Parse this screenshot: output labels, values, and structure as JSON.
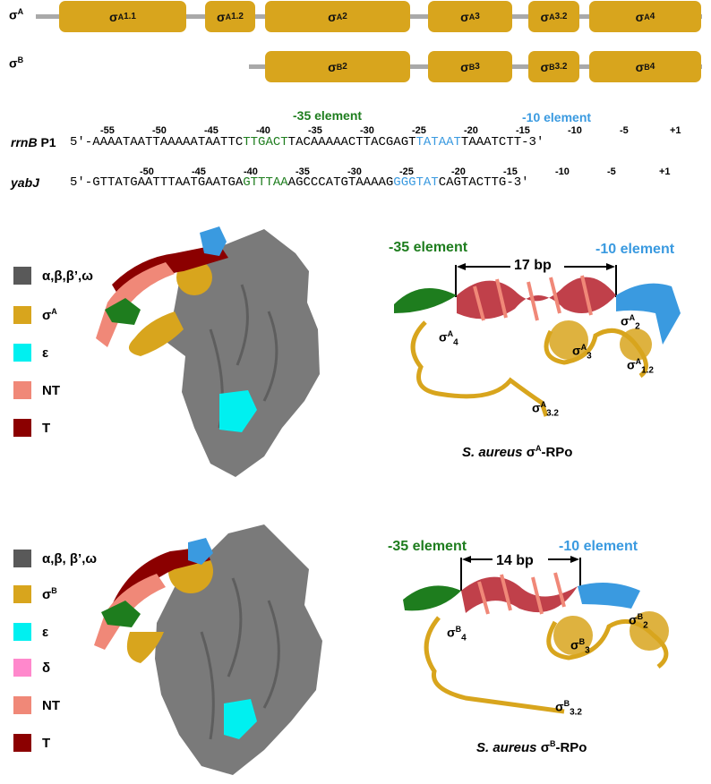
{
  "domains": {
    "sigmaA": {
      "row_label": "σA",
      "items": [
        "σA1.1",
        "σA1.2",
        "σA2",
        "σA3",
        "σA3.2",
        "σA4"
      ]
    },
    "sigmaB": {
      "row_label": "σB",
      "items": [
        "σB2",
        "σB3",
        "σB3.2",
        "σB4"
      ]
    }
  },
  "seq": {
    "element35": "-35 element",
    "element10": "-10 element",
    "rrnB": {
      "name": "rrnB",
      "suffix": "P1",
      "prime5": "5′-",
      "pre": "AAAATAATTAAAAATAATTC",
      "box35": "TTGACT",
      "mid": "TACAAAAACTTACGAGT",
      "box10": "TATAAT",
      "post": "TAAATCTT",
      "prime3": "-3′",
      "ticks": [
        "-55",
        "-50",
        "-45",
        "-40",
        "-35",
        "-30",
        "-25",
        "-20",
        "-15",
        "-10",
        "-5",
        "+1"
      ]
    },
    "yabJ": {
      "name": "yabJ",
      "prime5": "5′-",
      "pre": "GTTATGAATTTAATGAATGA",
      "box35": "GTTTAA",
      "mid": "AGCCCATGTAAAAG",
      "box10": "GGGTAT",
      "post": "CAGTACTTG",
      "prime3": "-3′",
      "ticks": [
        "-50",
        "-45",
        "-40",
        "-35",
        "-30",
        "-25",
        "-20",
        "-15",
        "-10",
        "-5",
        "+1"
      ]
    }
  },
  "legendA": [
    {
      "label": "α,β,β’,ω",
      "color": "#595959"
    },
    {
      "label": "σA",
      "color": "#d8a51d"
    },
    {
      "label": "ε",
      "color": "#00f0f0"
    },
    {
      "label": "NT",
      "color": "#f08878"
    },
    {
      "label": "T",
      "color": "#8b0000"
    }
  ],
  "legendB": [
    {
      "label": "α,β, β’,ω",
      "color": "#595959"
    },
    {
      "label": "σB",
      "color": "#d8a51d"
    },
    {
      "label": "ε",
      "color": "#00f0f0"
    },
    {
      "label": "δ",
      "color": "#ff88cc"
    },
    {
      "label": "NT",
      "color": "#f08878"
    },
    {
      "label": "T",
      "color": "#8b0000"
    }
  ],
  "panelA": {
    "el35": "-35 element",
    "el10": "-10 element",
    "spacer": "17 bp",
    "labels": [
      "σA4",
      "σA3",
      "σA2",
      "σA1.2",
      "σA3.2"
    ],
    "caption_org": "S. aureus",
    "caption_rest": "σA-RPo"
  },
  "panelB": {
    "el35": "-35 element",
    "el10": "-10 element",
    "spacer": "14 bp",
    "labels": [
      "σB4",
      "σB3",
      "σB2",
      "σB3.2"
    ],
    "caption_org": "S. aureus",
    "caption_rest": "σB-RPo"
  },
  "colors": {
    "sigma": "#d8a51d",
    "green": "#1e7d1e",
    "blue": "#3a9ae0",
    "gray": "#7a7a7a",
    "cyan": "#00f0f0",
    "nt": "#f08878",
    "t": "#8b0000"
  }
}
